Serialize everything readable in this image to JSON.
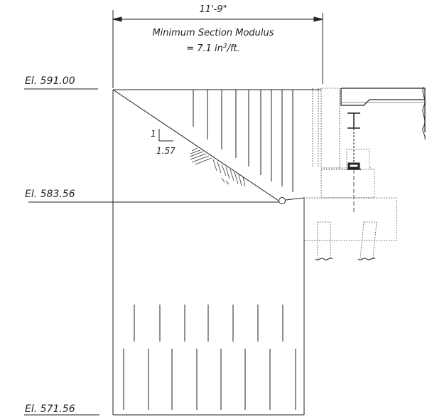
{
  "dimension": {
    "span": "11'-9\"",
    "modulus_line1": "Minimum Section Modulus",
    "modulus_prefix": "= 7.1 in",
    "modulus_exponent": "3",
    "modulus_suffix": "/ft."
  },
  "slope": {
    "rise": "1",
    "run": "1.57"
  },
  "elevations": {
    "top": "El. 591.00",
    "mid": "El. 583.56",
    "bottom": "El. 571.56"
  },
  "colors": {
    "line": "#222222",
    "dotted": "#555555"
  }
}
